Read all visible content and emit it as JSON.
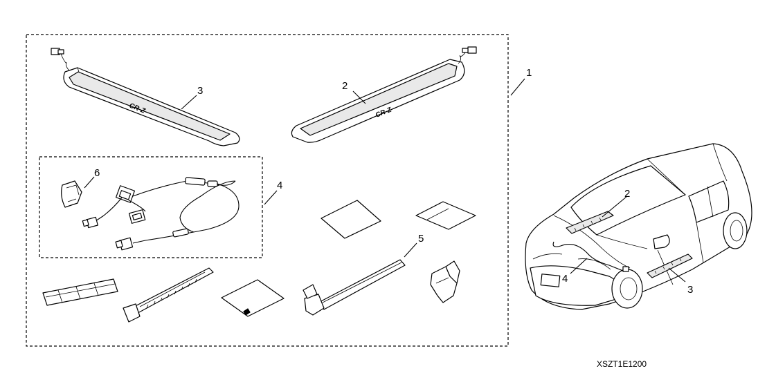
{
  "diagram": {
    "title": "Illuminated Door Sill Trim Kit Parts Diagram",
    "callouts": [
      {
        "id": "c1",
        "label": "1"
      },
      {
        "id": "c2",
        "label": "2"
      },
      {
        "id": "c3",
        "label": "3"
      },
      {
        "id": "c4",
        "label": "4"
      },
      {
        "id": "c5",
        "label": "5"
      },
      {
        "id": "c6",
        "label": "6"
      }
    ],
    "vehicle_callouts": [
      {
        "id": "v2",
        "label": "2"
      },
      {
        "id": "v3",
        "label": "3"
      },
      {
        "id": "v4",
        "label": "4"
      }
    ],
    "sill_badge": "CR-Z",
    "drawing_code": "XSZT1E1200"
  }
}
